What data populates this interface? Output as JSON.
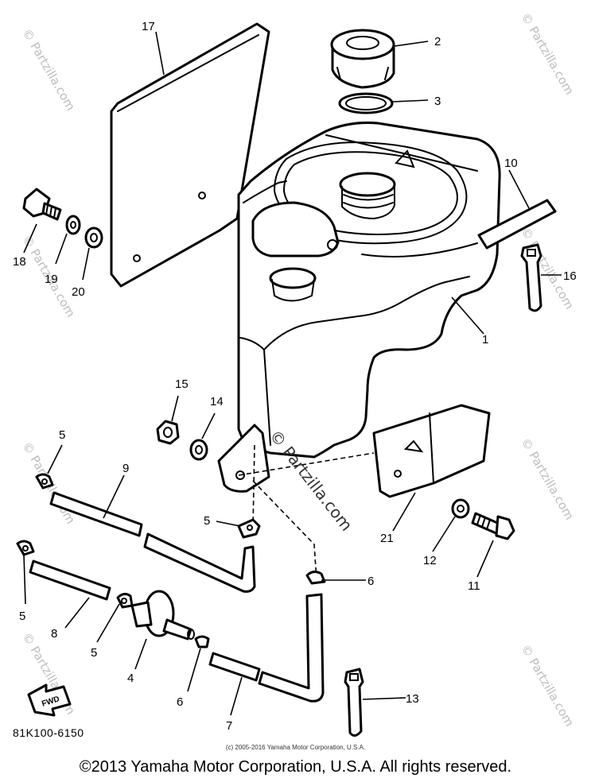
{
  "callouts": {
    "c1": "1",
    "c2": "2",
    "c3": "3",
    "c4": "4",
    "c5a": "5",
    "c5b": "5",
    "c5c": "5",
    "c5d": "5",
    "c6a": "6",
    "c6b": "6",
    "c7": "7",
    "c8": "8",
    "c9": "9",
    "c10": "10",
    "c11": "11",
    "c12": "12",
    "c13": "13",
    "c14": "14",
    "c15": "15",
    "c16": "16",
    "c17": "17",
    "c18": "18",
    "c19": "19",
    "c20": "20",
    "c21": "21"
  },
  "fwd_label": "FWD",
  "diagram_code": "81K100-6150",
  "small_copyright": "(c) 2005-2016 Yamaha Motor Corporation, U.S.A.",
  "watermark": "© Partzilla.com",
  "copyright": "©2013 Yamaha Motor Corporation, U.S.A. All rights reserved."
}
